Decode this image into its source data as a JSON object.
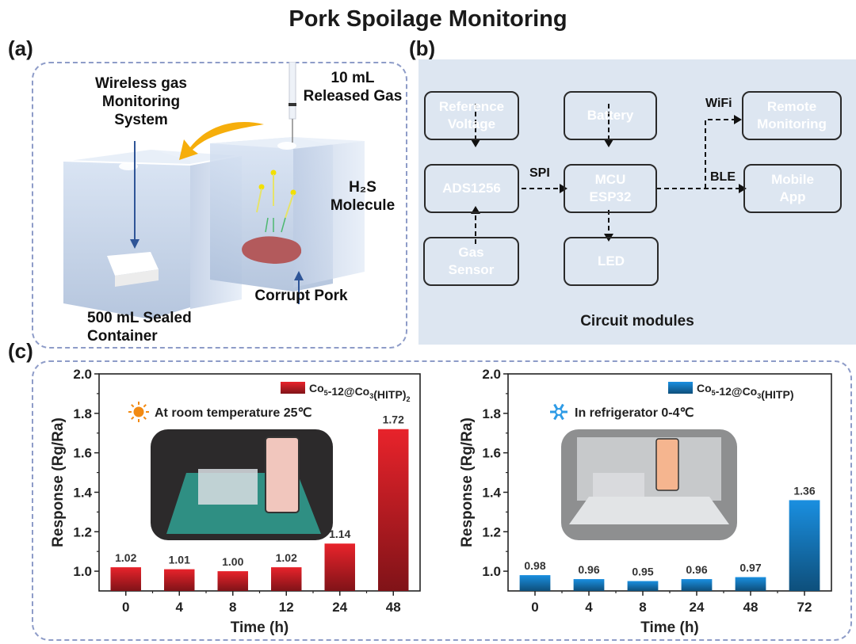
{
  "title": "Pork Spoilage Monitoring",
  "panels": {
    "a": {
      "label": "(a)",
      "wireless_system": "Wireless gas Monitoring System",
      "wireless_lines": [
        "Wireless gas",
        "Monitoring",
        "System"
      ],
      "released_gas_lines": [
        "10 mL",
        "Released Gas"
      ],
      "h2s_lines": [
        "H₂S",
        "Molecule"
      ],
      "corrupt_pork": "Corrupt Pork",
      "container_lines": [
        "500 mL Sealed",
        "Container"
      ]
    },
    "b": {
      "label": "(b)",
      "caption": "Circuit modules",
      "modules": {
        "ref_voltage": {
          "lines": [
            "Reference",
            "Voltage"
          ],
          "color": "#0e9088"
        },
        "ads1256": {
          "lines": [
            "ADS1256"
          ],
          "color": "#f9650c"
        },
        "gas_sensor": {
          "lines": [
            "Gas",
            "Sensor"
          ],
          "color": "#5b8ff2"
        },
        "battery": {
          "lines": [
            "Battery"
          ],
          "color": "#2ecbc9"
        },
        "mcu": {
          "lines": [
            "MCU",
            "ESP32"
          ],
          "color": "#cbc902"
        },
        "led": {
          "lines": [
            "LED"
          ],
          "color": "#dcc0f4"
        },
        "remote": {
          "lines": [
            "Remote",
            "Monitoring"
          ],
          "color": "#9b97f1"
        },
        "mobile": {
          "lines": [
            "Mobile",
            "App"
          ],
          "color": "#c7058f"
        }
      },
      "connections": {
        "spi": "SPI",
        "wifi": "WiFi",
        "ble": "BLE"
      }
    },
    "c": {
      "label": "(c)"
    }
  },
  "chart_data": [
    {
      "type": "bar",
      "title": "At room temperature 25℃",
      "condition_icon": "sun-icon",
      "categories": [
        "0",
        "4",
        "8",
        "12",
        "24",
        "48"
      ],
      "series": [
        {
          "name": "Co₅-12@Co₃(HITP)₂",
          "values": [
            1.02,
            1.01,
            1.0,
            1.02,
            1.14,
            1.72
          ],
          "color": "#e8232b"
        }
      ],
      "data_labels": [
        "1.02",
        "1.01",
        "1.00",
        "1.02",
        "1.14",
        "1.72"
      ],
      "xlabel": "Time (h)",
      "ylabel": "Response (Rg/Ra)",
      "ylim": [
        0.9,
        2.0
      ],
      "yticks": [
        "1.0",
        "1.2",
        "1.4",
        "1.6",
        "1.8",
        "2.0"
      ],
      "legend": {
        "placement": "top-right",
        "base": "Co",
        "parts": [
          [
            "Co",
            ""
          ],
          [
            "5",
            "sub"
          ],
          [
            "-12@Co",
            ""
          ],
          [
            "3",
            "sub"
          ],
          [
            "(HITP)",
            ""
          ],
          [
            "2",
            "sub"
          ]
        ]
      },
      "grid": false
    },
    {
      "type": "bar",
      "title": "In refrigerator 0-4℃",
      "condition_icon": "snowflake-icon",
      "categories": [
        "0",
        "4",
        "8",
        "24",
        "48",
        "72"
      ],
      "series": [
        {
          "name": "Co₅-12@Co₃(HITP)",
          "values": [
            0.98,
            0.96,
            0.95,
            0.96,
            0.97,
            1.36
          ],
          "color": "#1a8fe0"
        }
      ],
      "data_labels": [
        "0.98",
        "0.96",
        "0.95",
        "0.96",
        "0.97",
        "1.36"
      ],
      "xlabel": "Time (h)",
      "ylabel": "Response (Rg/Ra)",
      "ylim": [
        0.9,
        2.0
      ],
      "yticks": [
        "1.0",
        "1.2",
        "1.4",
        "1.6",
        "1.8",
        "2.0"
      ],
      "legend": {
        "placement": "top-right",
        "parts": [
          [
            "Co",
            ""
          ],
          [
            "5",
            "sub"
          ],
          [
            "-12@Co",
            ""
          ],
          [
            "3",
            "sub"
          ],
          [
            "(HITP)",
            ""
          ]
        ]
      },
      "grid": false
    }
  ]
}
